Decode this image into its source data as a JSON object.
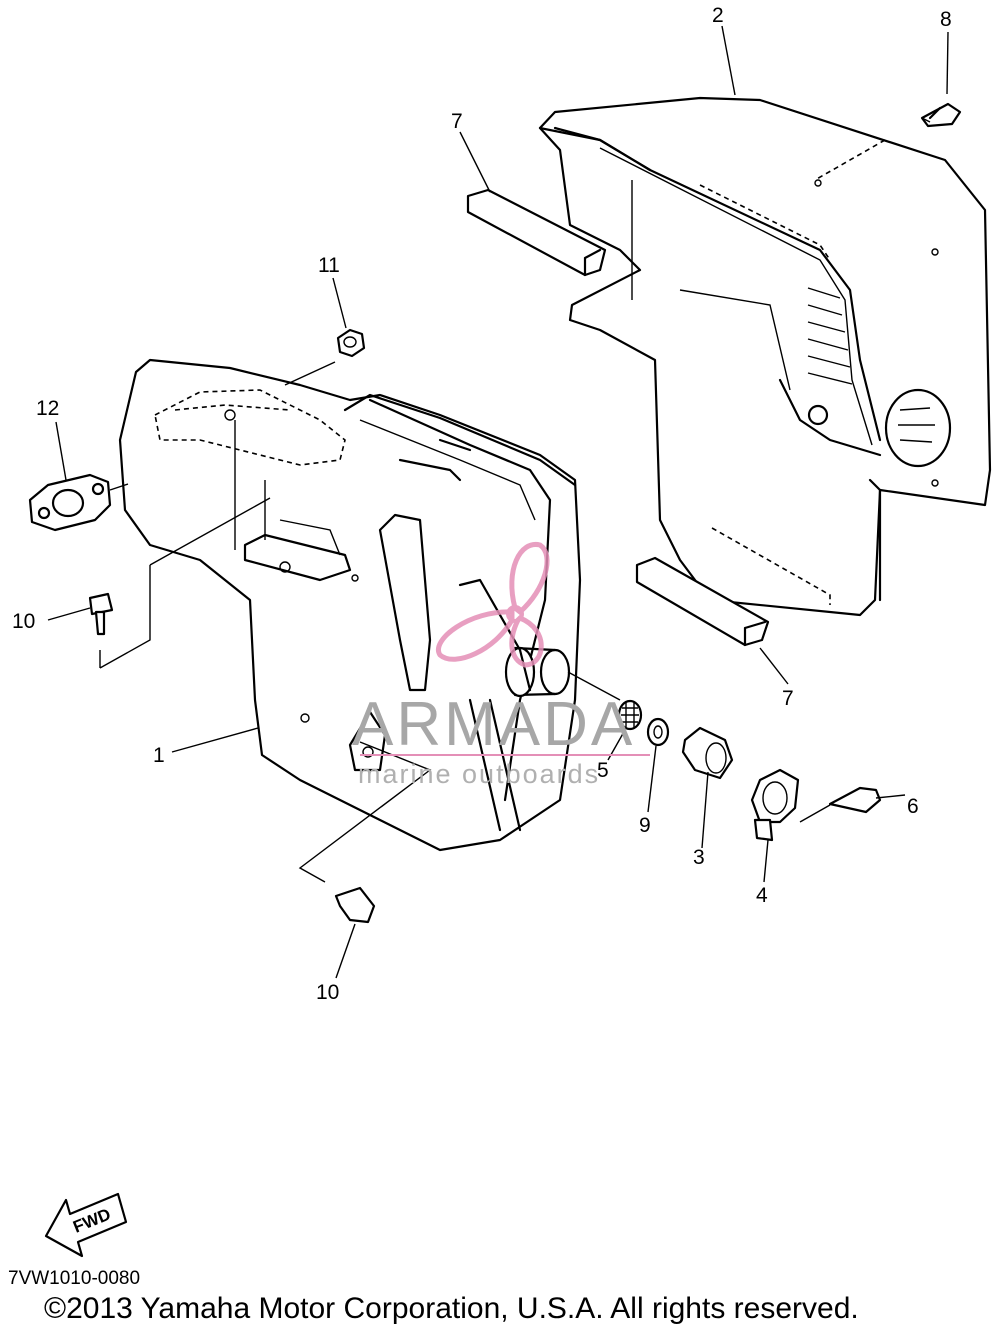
{
  "diagram": {
    "callouts": [
      {
        "id": "c1",
        "label": "1"
      },
      {
        "id": "c2",
        "label": "2"
      },
      {
        "id": "c3",
        "label": "3"
      },
      {
        "id": "c4",
        "label": "4"
      },
      {
        "id": "c5",
        "label": "5"
      },
      {
        "id": "c6",
        "label": "6"
      },
      {
        "id": "c7a",
        "label": "7"
      },
      {
        "id": "c7b",
        "label": "7"
      },
      {
        "id": "c8",
        "label": "8"
      },
      {
        "id": "c9",
        "label": "9"
      },
      {
        "id": "c10a",
        "label": "10"
      },
      {
        "id": "c10b",
        "label": "10"
      },
      {
        "id": "c11",
        "label": "11"
      },
      {
        "id": "c12",
        "label": "12"
      }
    ],
    "fwd_label": "FWD",
    "diagram_code": "7VW1010-0080"
  },
  "watermark": {
    "brand": "ARMADA",
    "tagline": "marine outboards",
    "logo_color": "#e48fb7"
  },
  "footer": {
    "copyright": "©2013 Yamaha Motor Corporation, U.S.A. All rights reserved."
  }
}
